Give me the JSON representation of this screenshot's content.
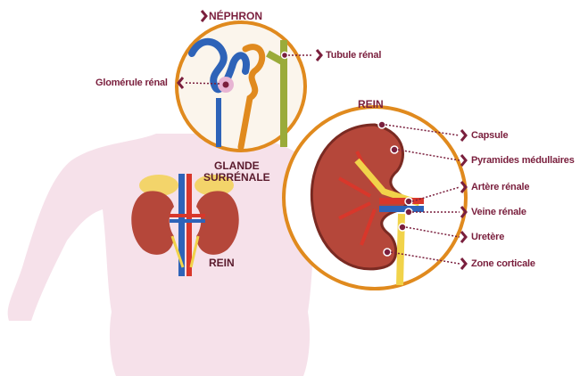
{
  "nephron": {
    "title": "NÉPHRON",
    "labels": [
      "Tubule rénal",
      "Glomérule rénal"
    ]
  },
  "kidney": {
    "title": "REIN",
    "labels": [
      "Capsule",
      "Pyramides médullaires",
      "Artère rénale",
      "Veine rénale",
      "Uretère",
      "Zone corticale"
    ]
  },
  "body": {
    "adrenal_line1": "GLANDE",
    "adrenal_line2": "SURRÉNALE",
    "kidney_label": "REIN"
  },
  "colors": {
    "label": "#7a1f3d",
    "ring": "#e08a1e",
    "body": "#f6e1ea",
    "kidney": "#b5473a",
    "artery": "#d8372b",
    "vein": "#2e63b8",
    "ureter": "#f1d34a"
  }
}
